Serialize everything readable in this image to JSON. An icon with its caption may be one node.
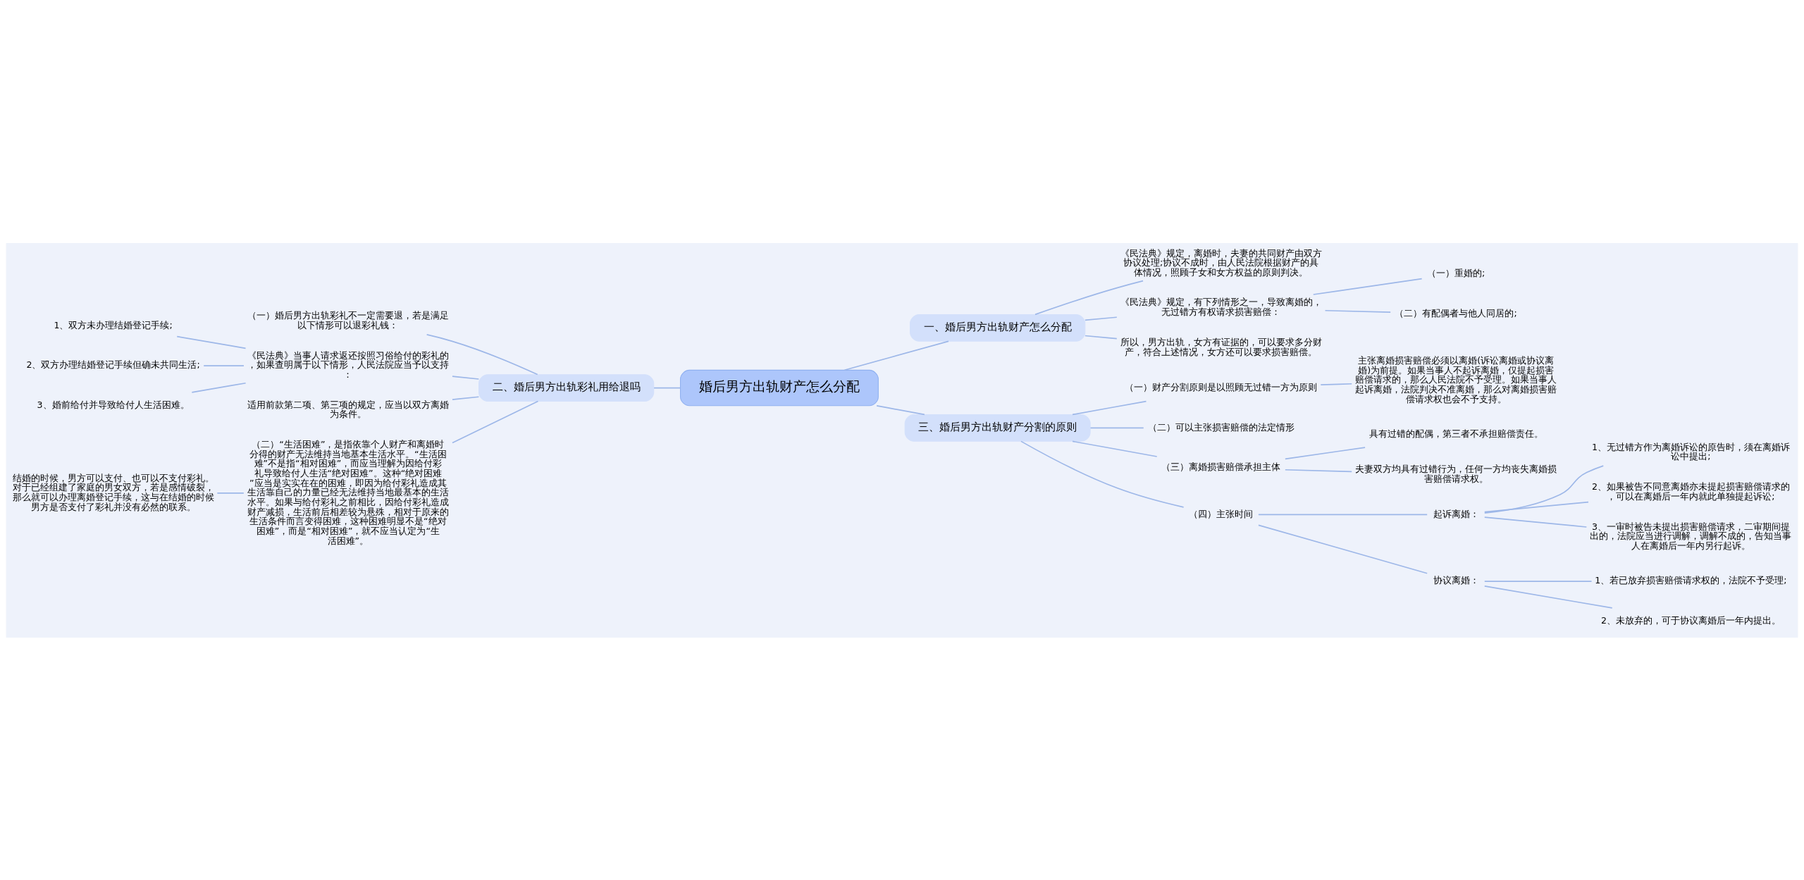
{
  "diagram": {
    "nodes": [
      {
        "text": [
          "婚后男方出轨财产怎么分配"
        ]
      },
      {
        "text": [
          "一、婚后男方出轨财产怎么分配"
        ]
      },
      {
        "text": [
          "《民法典》规定，离婚时，夫妻的共同财产由双方协议处理;协议不成时，由人民法院根据财产的具体情况，照顾子女和女方权益的原则判决。"
        ]
      },
      {
        "text": [
          "《民法典》规定，有下列情形之一，导致离婚的，无过错方有权请求损害赔偿："
        ]
      },
      {
        "text": [
          "（一）重婚的;"
        ]
      },
      {
        "text": [
          "（二）有配偶者与他人同居的;"
        ]
      },
      {
        "text": [
          "所以，男方出轨，女方有证据的，可以要求多分财产，符合上述情况，女方还可以要求损害赔偿。"
        ]
      },
      {
        "text": [
          "三、婚后男方出轨财产分割的原则"
        ]
      },
      {
        "text": [
          "（一）财产分割原则是以照顾无过错一方为原则"
        ]
      },
      {
        "text": [
          "主张离婚损害赔偿必须以离婚(诉讼离婚或协议离婚)为前提。如果当事人不起诉离婚，仅提起损害赔偿请求的，那么人民法院不予受理。如果当事人起诉离婚，法院判决不准离婚，那么对离婚损害赔偿请求权也会不予支持。"
        ]
      },
      {
        "text": [
          "（二）可以主张损害赔偿的法定情形"
        ]
      },
      {
        "text": [
          "（三）离婚损害赔偿承担主体"
        ]
      },
      {
        "text": [
          "具有过错的配偶，第三者不承担赔偿责任。"
        ]
      },
      {
        "text": [
          "夫妻双方均具有过错行为，任何一方均丧失离婚损害赔偿请求权。"
        ]
      },
      {
        "text": [
          "（四）主张时间"
        ]
      },
      {
        "text": [
          "起诉离婚："
        ]
      },
      {
        "text": [
          "1、无过错方作为离婚诉讼的原告时，须在离婚诉讼中提出;"
        ]
      },
      {
        "text": [
          "2、如果被告不同意离婚亦未提起损害赔偿请求的，可以在离婚后一年内就此单独提起诉讼;"
        ]
      },
      {
        "text": [
          "3、一审时被告未提出损害赔偿请求，二审期间提出的，法院应当进行调解，调解不成的，告知当事人在离婚后一年内另行起诉。"
        ]
      },
      {
        "text": [
          "协议离婚："
        ]
      },
      {
        "text": [
          "1、若已放弃损害赔偿请求权的，法院不予受理;"
        ]
      },
      {
        "text": [
          "2、未放弃的，可于协议离婚后一年内提出。"
        ]
      },
      {
        "text": [
          "二、婚后男方出轨彩礼用给退吗"
        ]
      },
      {
        "text": [
          "（一）婚后男方出轨彩礼不一定需要退，若是满足以下情形可以退彩礼钱："
        ]
      },
      {
        "text": [
          "《民法典》当事人请求返还按照习俗给付的彩礼的，如果查明属于以下情形，人民法院应当予以支持："
        ]
      },
      {
        "text": [
          "1、双方未办理结婚登记手续;"
        ]
      },
      {
        "text": [
          "2、双方办理结婚登记手续但确未共同生活;"
        ]
      },
      {
        "text": [
          "3、婚前给付并导致给付人生活困难。"
        ]
      },
      {
        "text": [
          "适用前款第二项、第三项的规定，应当以双方离婚为条件。"
        ]
      },
      {
        "text": [
          "（二）“生活困难”，是指依靠个人财产和离婚时分得的财产无法维持当地基本生活水平。“生活困难”不是指“相对困难”，而应当理解为因给付彩礼导致给付人生活“绝对困难”。这种“绝对困难”应当是实实在在的困难，即因为给付彩礼造成其生活靠自己的力量已经无法维持当地最基本的生活水平。如果与给付彩礼之前相比，因给付彩礼造成财产减损，生活前后相差较为悬殊，相对于原来的生活条件而言变得困难，这种困难明显不是“绝对困难”，而是“相对困难”，就不应当认定为“生活困难”。"
        ]
      },
      {
        "text": [
          "结婚的时候，男方可以支付、也可以不支付彩礼。对于已经组建了家庭的男女双方，若是感情破裂，那么就可以办理离婚登记手续，这与在结婚的时候男方是否支付了彩礼并没有必然的联系。"
        ]
      }
    ],
    "edges": [
      {
        "from": 0,
        "to": 1,
        "arrow": "none"
      },
      {
        "from": 1,
        "to": 2,
        "arrow": "none"
      },
      {
        "from": 1,
        "to": 3,
        "arrow": "none"
      },
      {
        "from": 3,
        "to": 4,
        "arrow": "none"
      },
      {
        "from": 3,
        "to": 5,
        "arrow": "none"
      },
      {
        "from": 1,
        "to": 6,
        "arrow": "none"
      },
      {
        "from": 0,
        "to": 7,
        "arrow": "none"
      },
      {
        "from": 7,
        "to": 8,
        "arrow": "none"
      },
      {
        "from": 8,
        "to": 9,
        "arrow": "none"
      },
      {
        "from": 7,
        "to": 10,
        "arrow": "none"
      },
      {
        "from": 7,
        "to": 11,
        "arrow": "none"
      },
      {
        "from": 11,
        "to": 12,
        "arrow": "none"
      },
      {
        "from": 11,
        "to": 13,
        "arrow": "none"
      },
      {
        "from": 7,
        "to": 14,
        "arrow": "none"
      },
      {
        "from": 14,
        "to": 15,
        "arrow": "none"
      },
      {
        "from": 15,
        "to": 16,
        "arrow": "none"
      },
      {
        "from": 15,
        "to": 17,
        "arrow": "none"
      },
      {
        "from": 15,
        "to": 18,
        "arrow": "none"
      },
      {
        "from": 14,
        "to": 19,
        "arrow": "none"
      },
      {
        "from": 19,
        "to": 20,
        "arrow": "none"
      },
      {
        "from": 19,
        "to": 21,
        "arrow": "none"
      },
      {
        "from": 0,
        "to": 22,
        "arrow": "none"
      },
      {
        "from": 22,
        "to": 23,
        "arrow": "none"
      },
      {
        "from": 22,
        "to": 24,
        "arrow": "none"
      },
      {
        "from": 24,
        "to": 25,
        "arrow": "none"
      },
      {
        "from": 24,
        "to": 26,
        "arrow": "none"
      },
      {
        "from": 24,
        "to": 27,
        "arrow": "none"
      },
      {
        "from": 22,
        "to": 28,
        "arrow": "none"
      },
      {
        "from": 22,
        "to": 29,
        "arrow": "none"
      },
      {
        "from": 29,
        "to": 30,
        "arrow": "none"
      }
    ]
  }
}
